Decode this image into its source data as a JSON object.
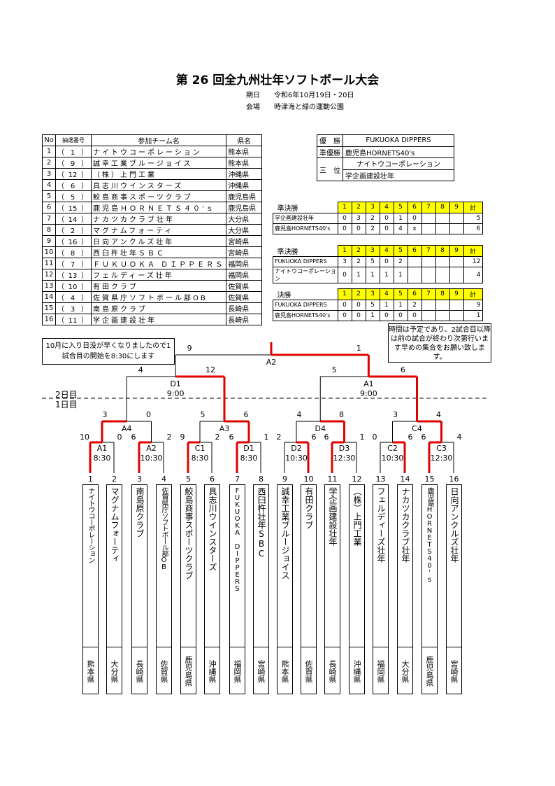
{
  "title": "第 26 回全九州壮年ソフトボール大会",
  "meta": {
    "date_label": "期日",
    "date": "令和6年10月19日・20日",
    "venue_label": "会場",
    "venue": "時津海と緑の運動公園"
  },
  "teams_table": {
    "headers": [
      "No",
      "抽選番号",
      "参加チーム名",
      "県名"
    ],
    "rows": [
      {
        "no": "1",
        "draw": "1",
        "name": "ナイトウコーポレーション",
        "pref": "熊本県"
      },
      {
        "no": "2",
        "draw": "9",
        "name": "誠幸工業ブルージョイス",
        "pref": "熊本県"
      },
      {
        "no": "3",
        "draw": "12",
        "name": "（株）上門工業",
        "pref": "沖縄県"
      },
      {
        "no": "4",
        "draw": "6",
        "name": "具志川ウインスターズ",
        "pref": "沖縄県"
      },
      {
        "no": "5",
        "draw": "5",
        "name": "鮫島商事スポーツクラブ",
        "pref": "鹿児島県"
      },
      {
        "no": "6",
        "draw": "15",
        "name": "鹿児島ＨＯＲＮＥＴＳ４０'ｓ",
        "pref": "鹿児島県"
      },
      {
        "no": "7",
        "draw": "14",
        "name": "ナカツカクラブ壮年",
        "pref": "大分県"
      },
      {
        "no": "8",
        "draw": "2",
        "name": "マグナムフォーティ",
        "pref": "大分県"
      },
      {
        "no": "9",
        "draw": "16",
        "name": "日向アンクルズ壮年",
        "pref": "宮崎県"
      },
      {
        "no": "10",
        "draw": "8",
        "name": "西臼杵壮年ＳＢＣ",
        "pref": "宮崎県"
      },
      {
        "no": "11",
        "draw": "7",
        "name": "ＦＵＫＵＯＫＡ ＤＩＰＰＥＲＳ",
        "pref": "福岡県"
      },
      {
        "no": "12",
        "draw": "13",
        "name": "フェルディーズ壮年",
        "pref": "福岡県"
      },
      {
        "no": "13",
        "draw": "10",
        "name": "有田クラブ",
        "pref": "佐賀県"
      },
      {
        "no": "14",
        "draw": "4",
        "name": "佐賀県庁ソフトボール部OB",
        "pref": "佐賀県"
      },
      {
        "no": "15",
        "draw": "3",
        "name": "南島原クラブ",
        "pref": "長崎県"
      },
      {
        "no": "16",
        "draw": "11",
        "name": "学企画建設壮年",
        "pref": "長崎県"
      }
    ]
  },
  "results": {
    "winner_label": "優　勝",
    "winner": "FUKUOKA DIPPERS",
    "runner_label": "準優勝",
    "runner": "鹿児島HORNETS40's",
    "third_label": "三　位",
    "third1": "ナイトウコーポレーション",
    "third2": "学企画建設壮年"
  },
  "score_header": [
    "1",
    "2",
    "3",
    "4",
    "5",
    "6",
    "7",
    "8",
    "9",
    "計"
  ],
  "semi1": {
    "label": "準決勝",
    "rows": [
      {
        "team": "学企画建設壮年",
        "scores": [
          "0",
          "3",
          "2",
          "0",
          "1",
          "0",
          "",
          "",
          ""
        ],
        "total": "5"
      },
      {
        "team": "鹿児島HORNETS40's",
        "scores": [
          "0",
          "0",
          "2",
          "0",
          "4",
          "x",
          "",
          "",
          ""
        ],
        "total": "6"
      }
    ]
  },
  "semi2": {
    "label": "準決勝",
    "rows": [
      {
        "team": "FUKUOKA DIPPERS",
        "scores": [
          "3",
          "2",
          "5",
          "0",
          "2",
          "",
          "",
          "",
          ""
        ],
        "total": "12"
      },
      {
        "team": "ナイトウコーポレーション",
        "scores": [
          "0",
          "1",
          "1",
          "1",
          "1",
          "",
          "",
          "",
          ""
        ],
        "total": "4"
      }
    ]
  },
  "final": {
    "label": "決勝",
    "rows": [
      {
        "team": "FUKUOKA DIPPERS",
        "scores": [
          "0",
          "0",
          "5",
          "1",
          "1",
          "2",
          "",
          "",
          ""
        ],
        "total": "9"
      },
      {
        "team": "鹿児島HORNETS40's",
        "scores": [
          "0",
          "0",
          "1",
          "0",
          "0",
          "0",
          "",
          "",
          ""
        ],
        "total": "1"
      }
    ]
  },
  "note1": "10月に入り日没が早くなりましたので1試合目の開始を8:30にします",
  "note2": "時間は予定であり、2試合目以降は前の試合が終わり次第行います早めの集合をお願い致します。",
  "day2": "2日目",
  "day1": "1日目",
  "bracket": {
    "final": {
      "label": "A2",
      "left_score": "9",
      "right_score": "1"
    },
    "semis": [
      {
        "label": "D1",
        "time": "9:00",
        "left": "4",
        "right": "12"
      },
      {
        "label": "A1",
        "time": "9:00",
        "left": "5",
        "right": "6"
      }
    ],
    "quarters": [
      {
        "label": "A4",
        "left": "3",
        "right": "0"
      },
      {
        "label": "A3",
        "left": "5",
        "right": "6"
      },
      {
        "label": "D4",
        "left": "4",
        "right": "8"
      },
      {
        "label": "C4",
        "left": "3",
        "right": "4"
      }
    ],
    "first": [
      {
        "label": "A1",
        "time": "8:30",
        "left": "10",
        "right": "0"
      },
      {
        "label": "A2",
        "time": "10:30",
        "left": "6",
        "right": "2"
      },
      {
        "label": "C1",
        "time": "8:30",
        "left": "9",
        "right": "2"
      },
      {
        "label": "D1",
        "time": "8:30",
        "left": "6",
        "right": "1"
      },
      {
        "label": "D2",
        "time": "10:30",
        "left": "2",
        "right": "6"
      },
      {
        "label": "D3",
        "time": "12:30",
        "left": "6",
        "right": "1"
      },
      {
        "label": "C2",
        "time": "10:30",
        "left": "0",
        "right": "6"
      },
      {
        "label": "C3",
        "time": "12:30",
        "left": "6",
        "right": "4"
      }
    ]
  },
  "bracket_teams": [
    {
      "n": "1",
      "name": "ナイトウコーポレーション",
      "pref": "熊本県"
    },
    {
      "n": "2",
      "name": "マグナムフォーティ",
      "pref": "大分県"
    },
    {
      "n": "3",
      "name": "南島原クラブ",
      "pref": "長崎県"
    },
    {
      "n": "4",
      "name": "佐賀県庁ソフトボール部OB",
      "pref": "佐賀県"
    },
    {
      "n": "5",
      "name": "鮫島商事スポーツクラブ",
      "pref": "鹿児島県"
    },
    {
      "n": "6",
      "name": "具志川ウインスターズ",
      "pref": "沖縄県"
    },
    {
      "n": "7",
      "name": "FUKUOKA DIPPERS",
      "pref": "福岡県"
    },
    {
      "n": "8",
      "name": "西臼杵壮年SBC",
      "pref": "宮崎県"
    },
    {
      "n": "9",
      "name": "誠幸工業ブルージョイス",
      "pref": "熊本県"
    },
    {
      "n": "10",
      "name": "有田クラブ",
      "pref": "佐賀県"
    },
    {
      "n": "11",
      "name": "学企画建設壮年",
      "pref": "長崎県"
    },
    {
      "n": "12",
      "name": "（株）上門工業",
      "pref": "沖縄県"
    },
    {
      "n": "13",
      "name": "フェルディーズ壮年",
      "pref": "福岡県"
    },
    {
      "n": "14",
      "name": "ナカツカクラブ壮年",
      "pref": "大分県"
    },
    {
      "n": "15",
      "name": "鹿児島HORNETS40's",
      "pref": "鹿児島県"
    },
    {
      "n": "16",
      "name": "日向アンクルズ壮年",
      "pref": "宮崎県"
    }
  ],
  "colors": {
    "win": "#e00000",
    "line": "#000000",
    "header_yellow": "#ffff00"
  }
}
